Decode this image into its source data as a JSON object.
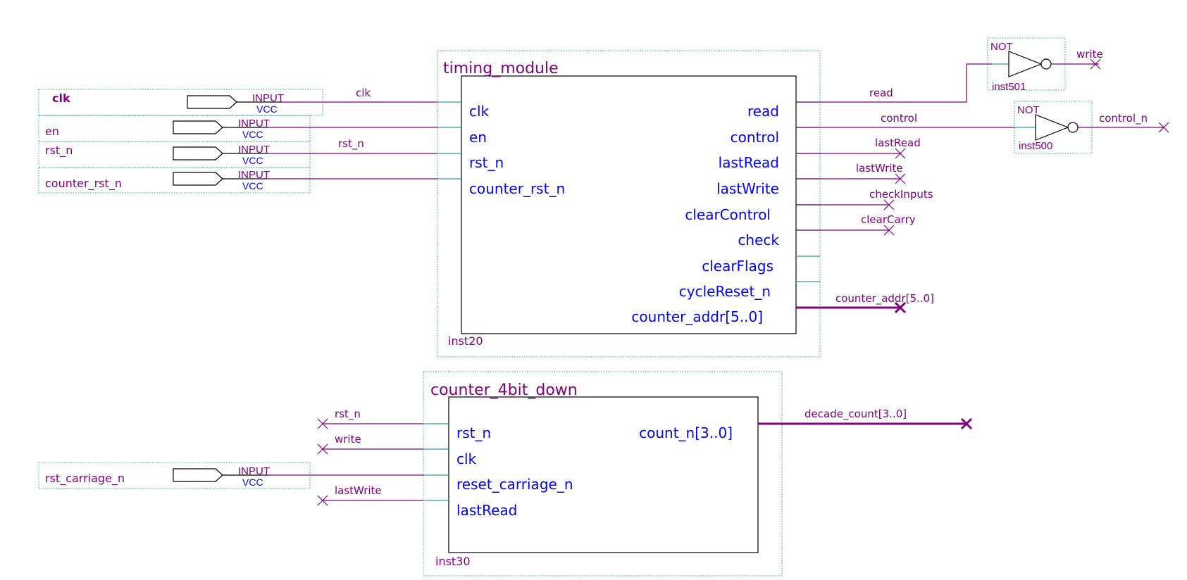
{
  "timing_module": {
    "name": "timing_module",
    "instance": "inst20",
    "inputs": [
      "clk",
      "en",
      "rst_n",
      "counter_rst_n"
    ],
    "outputs": [
      "read",
      "control",
      "lastRead",
      "lastWrite",
      "clearControl",
      "check",
      "clearFlags",
      "cycleReset_n",
      "counter_addr[5..0]"
    ]
  },
  "counter": {
    "name": "counter_4bit_down",
    "instance": "inst30",
    "inputs": [
      "rst_n",
      "clk",
      "reset_carriage_n",
      "lastRead"
    ],
    "outputs": [
      "count_n[3..0]"
    ]
  },
  "input_pins": [
    {
      "name": "clk",
      "type": "INPUT",
      "default": "VCC"
    },
    {
      "name": "en",
      "type": "INPUT",
      "default": "VCC"
    },
    {
      "name": "rst_n",
      "type": "INPUT",
      "default": "VCC"
    },
    {
      "name": "counter_rst_n",
      "type": "INPUT",
      "default": "VCC"
    },
    {
      "name": "rst_carriage_n",
      "type": "INPUT",
      "default": "VCC"
    }
  ],
  "not_gates": [
    {
      "type": "NOT",
      "instance": "inst501"
    },
    {
      "type": "NOT",
      "instance": "inst500"
    }
  ],
  "nets": {
    "in_clk": "clk",
    "in_rst_n": "rst_n",
    "read": "read",
    "control": "control",
    "lastRead": "lastRead",
    "lastWrite": "lastWrite",
    "checkInputs": "checkInputs",
    "clearCarry": "clearCarry",
    "counter_addr": "counter_addr[5..0]",
    "write": "write",
    "control_n": "control_n",
    "c_rst_n": "rst_n",
    "c_write": "write",
    "c_lastWrite": "lastWrite",
    "decade_count": "decade_count[3..0]"
  },
  "colors": {
    "wire": "#800080",
    "port_text": "#0000ff",
    "frame": "#2a9d9d",
    "body": "#000000"
  }
}
